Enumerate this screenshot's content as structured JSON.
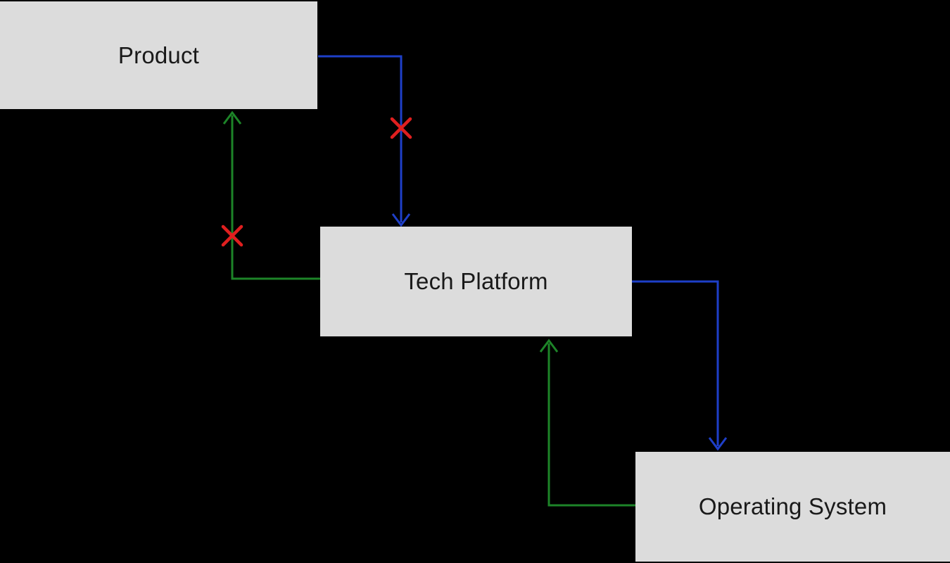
{
  "diagram": {
    "type": "dependency-diagram",
    "nodes": [
      {
        "id": "product",
        "label": "Product"
      },
      {
        "id": "tech-platform",
        "label": "Tech Platform"
      },
      {
        "id": "operating-system",
        "label": "Operating System"
      }
    ],
    "edges": [
      {
        "from": "Product",
        "to": "Tech Platform",
        "direction": "down",
        "color_role": "arrow_blue",
        "blocked": true
      },
      {
        "from": "Tech Platform",
        "to": "Product",
        "direction": "up",
        "color_role": "arrow_green",
        "blocked": true
      },
      {
        "from": "Tech Platform",
        "to": "Operating System",
        "direction": "down",
        "color_role": "arrow_blue",
        "blocked": false
      },
      {
        "from": "Operating System",
        "to": "Tech Platform",
        "direction": "up",
        "color_role": "arrow_green",
        "blocked": false
      }
    ],
    "colors": {
      "background": "#000000",
      "node_fill": "#dcdcdc",
      "node_text": "#191919",
      "arrow_blue": "#1e3fc8",
      "arrow_green": "#1d8428",
      "blocked_x": "#e01f1f"
    }
  }
}
